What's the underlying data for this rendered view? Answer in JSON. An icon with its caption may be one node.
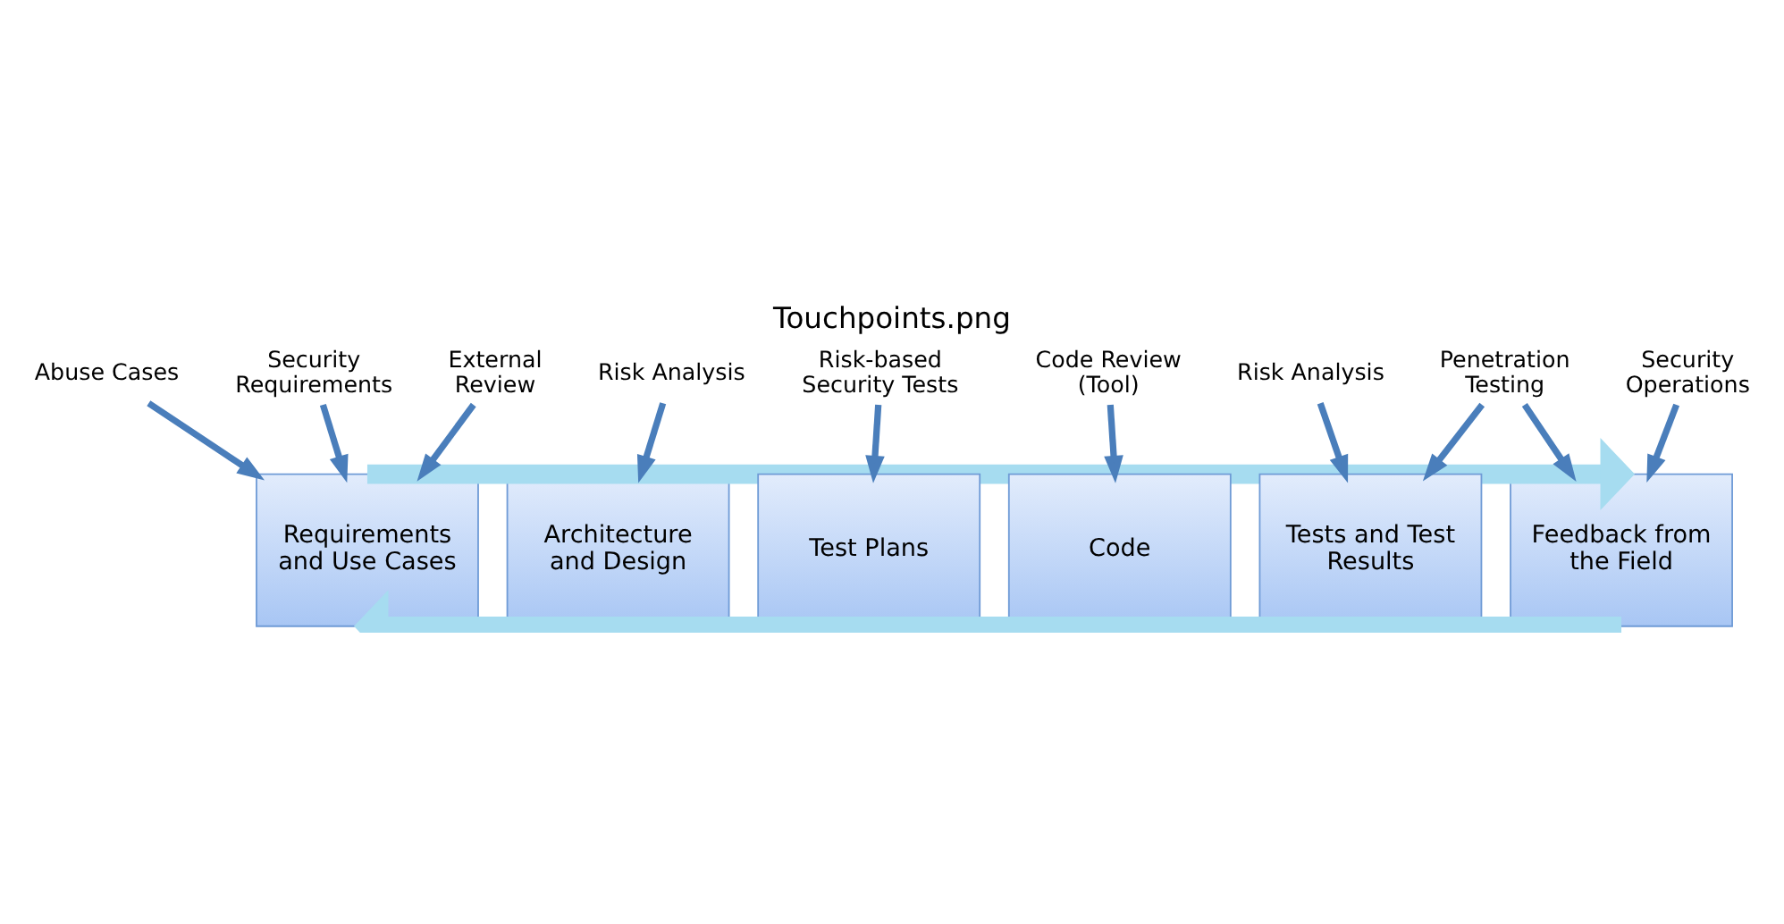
{
  "diagram": {
    "title": "Touchpoints.png",
    "nodes": [
      {
        "text": [
          "Requirements and Use Cases"
        ]
      },
      {
        "text": [
          "Architecture and Design"
        ]
      },
      {
        "text": [
          "Test Plans"
        ]
      },
      {
        "text": [
          "Code"
        ]
      },
      {
        "text": [
          "Tests and Test Results"
        ]
      },
      {
        "text": [
          "Feedback from the Field"
        ]
      },
      {
        "text": [
          "Abuse Cases"
        ]
      },
      {
        "text": [
          "Security Requirements"
        ]
      },
      {
        "text": [
          "External Review"
        ]
      },
      {
        "text": [
          "Risk Analysis"
        ]
      },
      {
        "text": [
          "Risk-based Security Tests"
        ]
      },
      {
        "text": [
          "Code Review (Tool)"
        ]
      },
      {
        "text": [
          "Risk Analysis"
        ]
      },
      {
        "text": [
          "Penetration Testing"
        ]
      },
      {
        "text": [
          "Security Operations"
        ]
      }
    ],
    "edges": [
      {
        "from": 0,
        "to": 5,
        "arrow": "to",
        "style": "thick",
        "color": "#a6dcf0"
      },
      {
        "from": 6,
        "to": 0,
        "arrow": "to"
      },
      {
        "from": 7,
        "to": 0,
        "arrow": "to"
      },
      {
        "from": 8,
        "to": 0,
        "arrow": "to"
      },
      {
        "from": 9,
        "to": 1,
        "arrow": "to"
      },
      {
        "from": 10,
        "to": 2,
        "arrow": "to"
      },
      {
        "from": 11,
        "to": 3,
        "arrow": "to"
      },
      {
        "from": 12,
        "to": 4,
        "arrow": "to"
      },
      {
        "from": 13,
        "to": 4,
        "arrow": "to"
      },
      {
        "from": 13,
        "to": 5,
        "arrow": "to"
      },
      {
        "from": 14,
        "to": 5,
        "arrow": "to"
      },
      {
        "from": 5,
        "to": 0,
        "arrow": "to",
        "style": "thick",
        "color": "#a6dcf0"
      }
    ]
  }
}
